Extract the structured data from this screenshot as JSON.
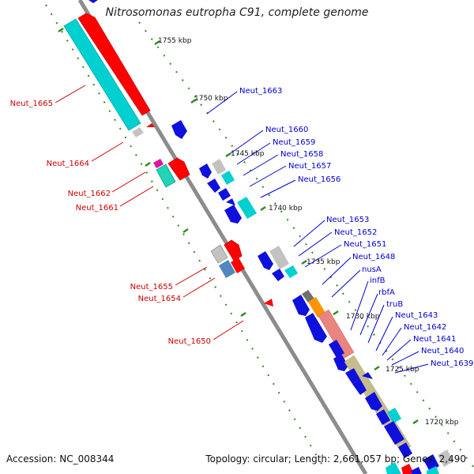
{
  "title": "Nitrosomonas eutropha C91, complete genome",
  "footer": {
    "accession": "Accession: NC_008344",
    "summary": "Topology: circular; Length: 2,661,057 bp; Genes: 2,490"
  },
  "colors": {
    "backbone": "#8c8c8c",
    "tick": "#2e8b1e",
    "forward_label": "#cc0000",
    "reverse_label": "#0000cc",
    "cds": "#1010dd",
    "cds_forward": "#ff0000",
    "rrna": "#00d0d0",
    "trna": "#e8857e",
    "misc": "#c2c2c2",
    "tan": "#c7bd8c",
    "orange": "#ff9400",
    "teal": "#22d3b5",
    "magenta": "#e0139c",
    "steel": "#4f87c0"
  },
  "scale_labels": [
    "1755 kbp",
    "1750 kbp",
    "1745 kbp",
    "1740 kbp",
    "1735 kbp",
    "1730 kbp",
    "1725 kbp",
    "1720 kbp"
  ],
  "genes_forward": [
    "Neut_1665",
    "Neut_1664",
    "Neut_1662",
    "Neut_1661",
    "Neut_1655",
    "Neut_1654",
    "Neut_1650"
  ],
  "genes_reverse": [
    "Neut_1663",
    "Neut_1660",
    "Neut_1659",
    "Neut_1658",
    "Neut_1657",
    "Neut_1656",
    "Neut_1653",
    "Neut_1652",
    "Neut_1651",
    "Neut_1648",
    "nusA",
    "infB",
    "rbfA",
    "truB",
    "Neut_1643",
    "Neut_1642",
    "Neut_1641",
    "Neut_1640",
    "Neut_1639"
  ]
}
